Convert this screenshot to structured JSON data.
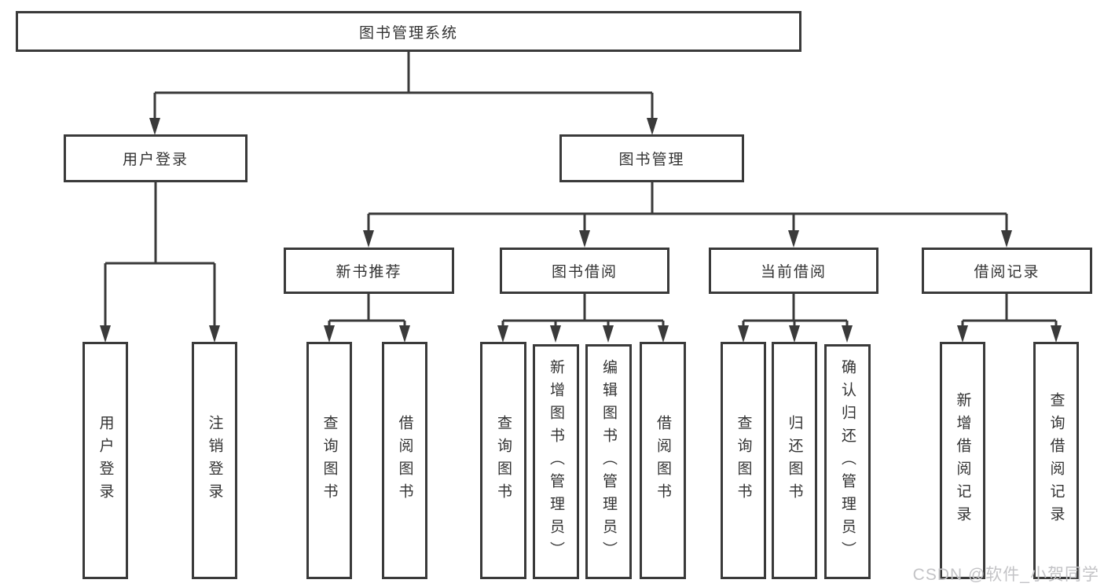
{
  "diagram": {
    "root": {
      "label": "图书管理系统"
    },
    "branches": [
      {
        "label": "用户登录",
        "children": [
          {
            "label": "用户登录"
          },
          {
            "label": "注销登录"
          }
        ]
      },
      {
        "label": "图书管理",
        "children": [
          {
            "label": "新书推荐",
            "children": [
              {
                "label": "查询图书"
              },
              {
                "label": "借阅图书"
              }
            ]
          },
          {
            "label": "图书借阅",
            "children": [
              {
                "label": "查询图书"
              },
              {
                "label": "新增图书（管理员）"
              },
              {
                "label": "编辑图书（管理员）"
              },
              {
                "label": "借阅图书"
              }
            ]
          },
          {
            "label": "当前借阅",
            "children": [
              {
                "label": "查询图书"
              },
              {
                "label": "归还图书"
              },
              {
                "label": "确认归还（管理员）"
              }
            ]
          },
          {
            "label": "借阅记录",
            "children": [
              {
                "label": "新增借阅记录"
              },
              {
                "label": "查询借阅记录"
              }
            ]
          }
        ]
      }
    ]
  },
  "watermark": {
    "text": "CSDN @软件_小贺同学"
  },
  "colors": {
    "line": "#3a3a3a",
    "text": "#333333",
    "background": "#ffffff",
    "watermark": "#c3c3c6"
  }
}
